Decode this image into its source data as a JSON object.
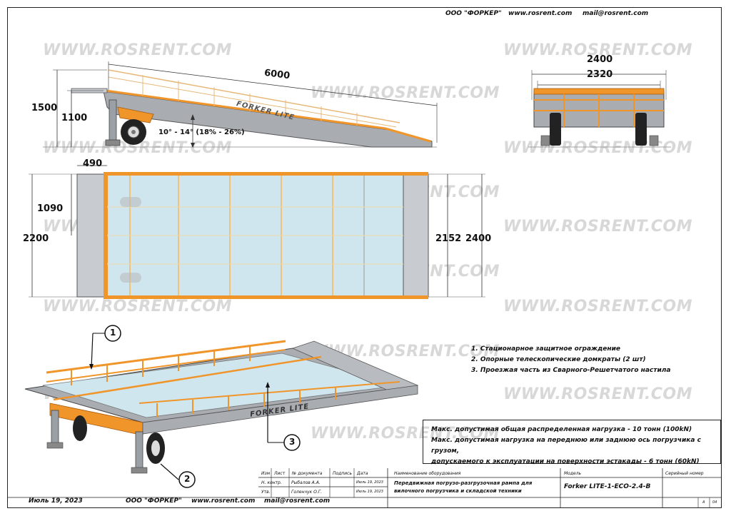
{
  "header": {
    "company": "ООО \"ФОРКЕР\"",
    "site": "www.rosrent.com",
    "email": "mail@rosrent.com"
  },
  "watermark": "WWW.ROSRENT.COM",
  "side_view": {
    "length": "6000",
    "height_total": "1500",
    "height_deck": "1100",
    "angle": "10° - 14° (18% - 26%)",
    "brand": "FORKER   LITE"
  },
  "front_view": {
    "width_outer": "2400",
    "width_inner": "2320"
  },
  "top_view": {
    "platform_len": "490",
    "half_width": "1090",
    "full_width_left": "2200",
    "inner_width": "2152",
    "outer_width": "2400"
  },
  "iso_view": {
    "brand": "FORKER   LITE",
    "callouts": [
      "1",
      "2",
      "3"
    ]
  },
  "legend": [
    "1. Стационарное защитное ограждение",
    "2. Опорные телескопические домкраты (2 шт)",
    "3. Проезжая часть из Сварного-Решетчатого настила"
  ],
  "specs": [
    "Макс.  допустимая общая распределенная нагрузка - 10 тонн (100kN)",
    "Макс.  допустимая  нагрузка на переднюю или заднюю ось погрузчика с грузом,",
    "допускаемого к эксплуатации на поверхности эстакады - 6 тонн (60kN)"
  ],
  "title_block": {
    "col_izm": "Изм",
    "col_list": "Лист",
    "col_doc": "№ документа",
    "col_sign": "Подпись",
    "col_date": "Дата",
    "row_nkontr": "Н. контр.",
    "row_utv": "Утв.",
    "person_1": "Рыбалов А.А.",
    "person_2": "Голенчук О.Г.",
    "date_1": "Июль 19, 2023",
    "date_2": "Июль 19, 2023",
    "eq_label": "Наименование оборудования",
    "eq_name_1": "Передвижная погрузо-разгрузочная рампа для",
    "eq_name_2": "вилочного погрузчика и складской техники",
    "model_label": "Модель",
    "model_value": "Forker LITE-1-ECO-2.4-B",
    "serial_label": "Серийный номер",
    "sheet_format": "A",
    "sheet_size": "04"
  },
  "footer": {
    "date": "Июль 19, 2023",
    "company": "ООО \"ФОРКЕР\"",
    "site": "www.rosrent.com",
    "email": "mail@rosrent.com"
  },
  "colors": {
    "frame_orange": "#f0952a",
    "steel_grey": "#a9adb2",
    "deck_blue": "#cfe6ef",
    "tire": "#222222"
  }
}
